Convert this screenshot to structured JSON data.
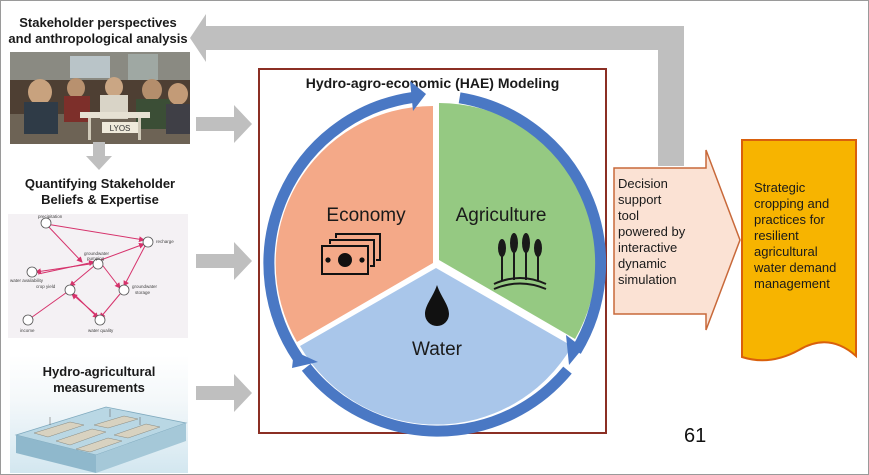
{
  "left": {
    "stakeholder_title_line1": "Stakeholder perspectives",
    "stakeholder_title_line2": "and anthropological analysis",
    "photo_sign": "LYOS",
    "beliefs_title_line1": "Quantifying Stakeholder",
    "beliefs_title_line2": "Beliefs & Expertise",
    "measurements_title_line1": "Hydro-agricultural",
    "measurements_title_line2": "measurements"
  },
  "graph_nodes": {
    "precipitation": "precipitation",
    "groundwater_pumping_1": "groundwater",
    "groundwater_pumping_2": "pumping",
    "recharge": "recharge",
    "water_availability": "water availability",
    "crop_yield": "crop yield",
    "groundwater_storage_1": "groundwater",
    "groundwater_storage_2": "storage",
    "income": "income",
    "water_quality": "water quality"
  },
  "hae": {
    "title": "Hydro-agro-economic (HAE) Modeling",
    "economy": "Economy",
    "agriculture": "Agriculture",
    "water": "Water"
  },
  "decision": {
    "lines": [
      "Decision",
      "support",
      "tool",
      "powered by",
      "interactive",
      "dynamic",
      "simulation"
    ]
  },
  "strategic": {
    "lines": [
      "Strategic",
      "cropping and",
      "practices for",
      "resilient",
      "agricultural",
      "water demand",
      "management"
    ]
  },
  "page_number": "61",
  "colors": {
    "economy": "#f4a988",
    "agriculture": "#95c982",
    "water": "#a9c6ea",
    "ring": "#4a78c4",
    "arrow_gray": "#bfbfbf",
    "decision_fill": "#fbe2d4",
    "decision_stroke": "#c8693a",
    "strategic_fill": "#f7b400",
    "strategic_stroke": "#d9600c",
    "frame": "#8b2f24"
  }
}
